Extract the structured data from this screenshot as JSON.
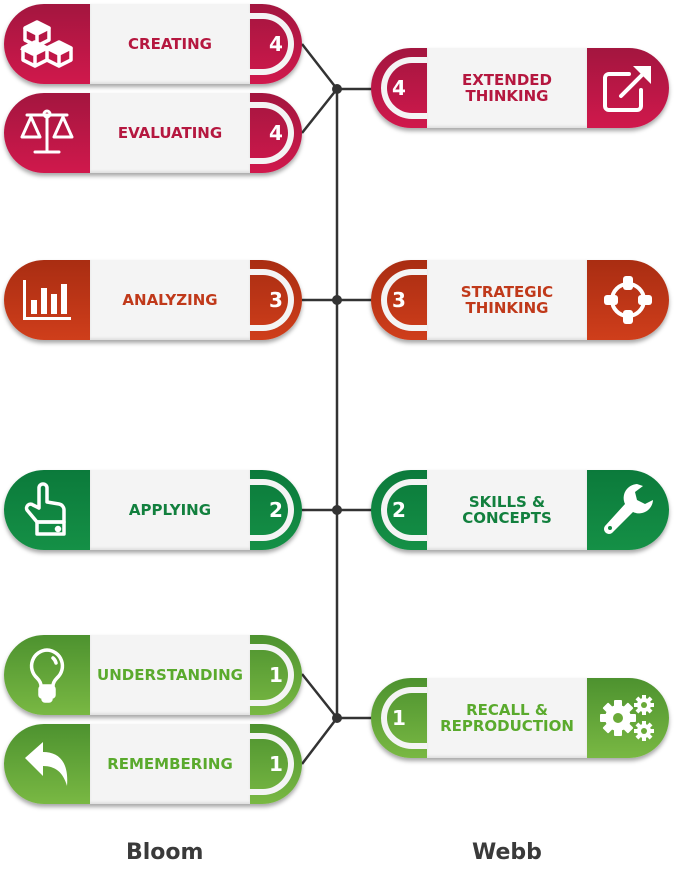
{
  "diagram": {
    "left_column_title": "Bloom",
    "right_column_title": "Webb",
    "colors": {
      "level4": "#c8174a",
      "level3": "#c53c1a",
      "level2": "#128a42",
      "level1": "#6aaa38",
      "label_background": "#f4f4f4",
      "connector": "#333333"
    },
    "bloom": [
      {
        "label": "CREATING",
        "level": "4",
        "icon": "blocks-icon"
      },
      {
        "label": "EVALUATING",
        "level": "4",
        "icon": "scales-icon"
      },
      {
        "label": "ANALYZING",
        "level": "3",
        "icon": "bar-chart-icon"
      },
      {
        "label": "APPLYING",
        "level": "2",
        "icon": "pointing-hand-icon"
      },
      {
        "label": "UNDERSTANDING",
        "level": "1",
        "icon": "lightbulb-icon"
      },
      {
        "label": "REMEMBERING",
        "level": "1",
        "icon": "back-arrow-icon"
      }
    ],
    "webb": [
      {
        "label_line1": "EXTENDED",
        "label_line2": "THINKING",
        "level": "4",
        "icon": "external-link-icon"
      },
      {
        "label_line1": "STRATEGIC",
        "label_line2": "THINKING",
        "level": "3",
        "icon": "crosshair-icon"
      },
      {
        "label_line1": "SKILLS &",
        "label_line2": "CONCEPTS",
        "level": "2",
        "icon": "wrench-icon"
      },
      {
        "label_line1": "RECALL &",
        "label_line2": "REPRODUCTION",
        "level": "1",
        "icon": "gears-icon"
      }
    ]
  }
}
